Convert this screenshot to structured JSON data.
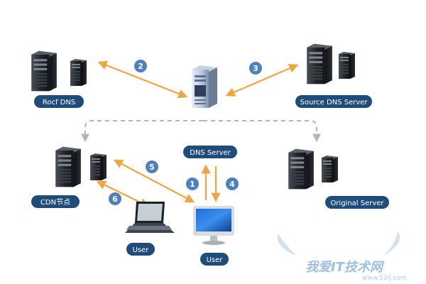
{
  "labels": {
    "rocf_dns": "Rocf DNS",
    "source_dns_server": "Source DNS Server",
    "cdn_node": "CDN节点",
    "dns_server": "DNS Server",
    "original_server": "Original  Server",
    "user_laptop": "User",
    "user_desktop": "User"
  },
  "steps": [
    "1",
    "2",
    "3",
    "4",
    "5",
    "6"
  ],
  "watermark": {
    "text": "我爱IT技术网",
    "site": "www.52ij.com"
  },
  "colors": {
    "arrow": "#f0a640",
    "pill": "#1f4c7a",
    "step_circle": "#4f80bd",
    "dashed": "#b5b5b5"
  }
}
